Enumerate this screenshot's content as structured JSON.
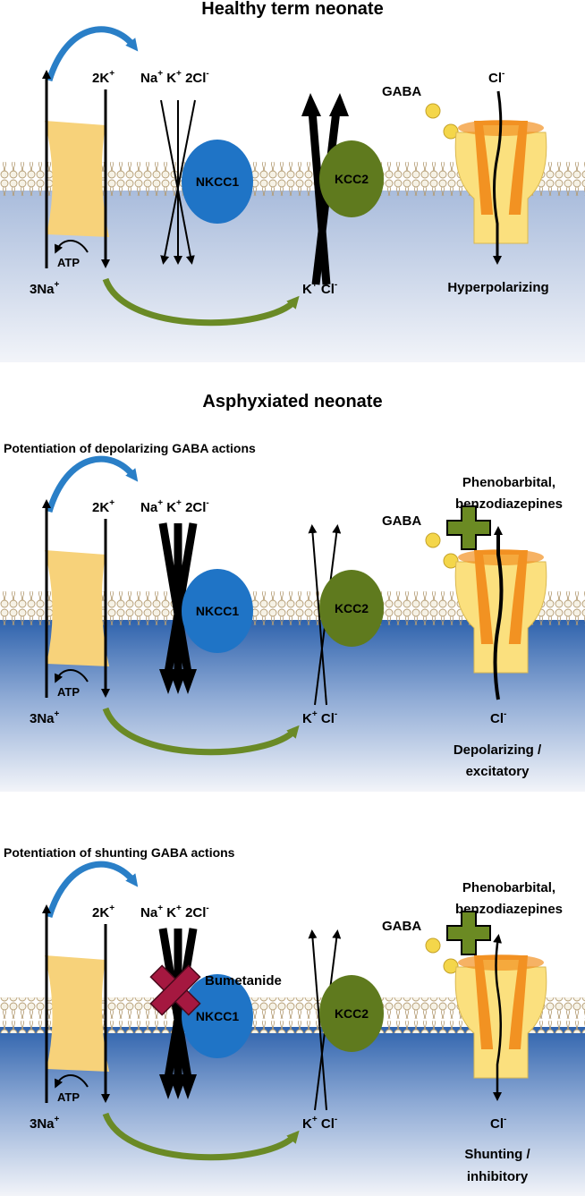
{
  "panels": [
    {
      "title": "Healthy term neonate",
      "subtitle": "",
      "k2": "2K",
      "k2_sup": "+",
      "na3": "3Na",
      "na3_sup": "+",
      "atp": "ATP",
      "nkcc_ions": {
        "na": "Na",
        "na_sup": "+",
        "k": "K",
        "k_sup": "+",
        "cl": "2Cl",
        "cl_sup": "-"
      },
      "nkcc1": "NKCC1",
      "kcc2": "KCC2",
      "kcc_ions": {
        "k": "K",
        "k_sup": "+",
        "cl": "Cl",
        "cl_sup": "-"
      },
      "gaba": "GABA",
      "cl_label": "Cl",
      "cl_sup": "-",
      "effect1": "Hyperpolarizing",
      "effect2": "",
      "drug1": "",
      "drug2": "",
      "bumetanide": ""
    },
    {
      "title": "Asphyxiated neonate",
      "subtitle": "Potentiation of depolarizing GABA actions",
      "k2": "2K",
      "k2_sup": "+",
      "na3": "3Na",
      "na3_sup": "+",
      "atp": "ATP",
      "nkcc_ions": {
        "na": "Na",
        "na_sup": "+",
        "k": "K",
        "k_sup": "+",
        "cl": "2Cl",
        "cl_sup": "-"
      },
      "nkcc1": "NKCC1",
      "kcc2": "KCC2",
      "kcc_ions": {
        "k": "K",
        "k_sup": "+",
        "cl": "Cl",
        "cl_sup": "-"
      },
      "gaba": "GABA",
      "cl_label": "Cl",
      "cl_sup": "-",
      "effect1": "Depolarizing /",
      "effect2": "excitatory",
      "drug1": "Phenobarbital,",
      "drug2": "benzodiazepines",
      "bumetanide": ""
    },
    {
      "title": "",
      "subtitle": "Potentiation of shunting GABA actions",
      "k2": "2K",
      "k2_sup": "+",
      "na3": "3Na",
      "na3_sup": "+",
      "atp": "ATP",
      "nkcc_ions": {
        "na": "Na",
        "na_sup": "+",
        "k": "K",
        "k_sup": "+",
        "cl": "2Cl",
        "cl_sup": "-"
      },
      "nkcc1": "NKCC1",
      "kcc2": "KCC2",
      "kcc_ions": {
        "k": "K",
        "k_sup": "+",
        "cl": "Cl",
        "cl_sup": "-"
      },
      "gaba": "GABA",
      "cl_label": "Cl",
      "cl_sup": "-",
      "effect1": "Shunting /",
      "effect2": "inhibitory",
      "drug1": "Phenobarbital,",
      "drug2": "benzodiazepines",
      "bumetanide": "Bumetanide"
    }
  ],
  "colors": {
    "pump": "#f7d27a",
    "nkcc1": "#1f74c6",
    "kcc2": "#5f7a1e",
    "gaba_channel_outer": "#fbe07e",
    "gaba_channel_inner": "#f29222",
    "blue_arrow": "#2a7fc7",
    "green_arrow": "#6a8a26",
    "drug_cross": "#6b8a23",
    "block_cross": "#a51840"
  }
}
